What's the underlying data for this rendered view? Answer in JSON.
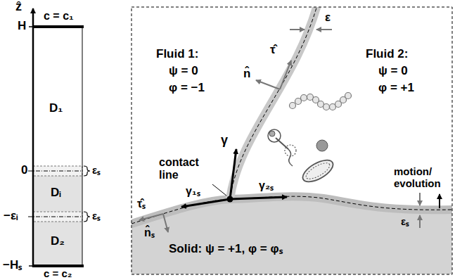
{
  "diagram": {
    "labels": [
      "ẑ",
      "c = c₁",
      "H",
      "D₁",
      "0",
      "εₛ",
      "Dᵢ",
      "−εᵢ",
      "εₛ",
      "D₂",
      "−Hₛ",
      "c = c₂",
      "Fluid 1:",
      "ψ = 0",
      "φ = −1",
      "Fluid 2:",
      "ψ = 0",
      "φ = +1",
      "ε",
      "τ̂",
      "n̂",
      "γ",
      "contact line",
      "γ₁ₛ",
      "γ₂ₛ",
      "motion/ evolution",
      "τ̂ₛ",
      "n̂ₛ",
      "εₛ",
      "Solid: ψ = +1, φ = φₛ"
    ]
  }
}
